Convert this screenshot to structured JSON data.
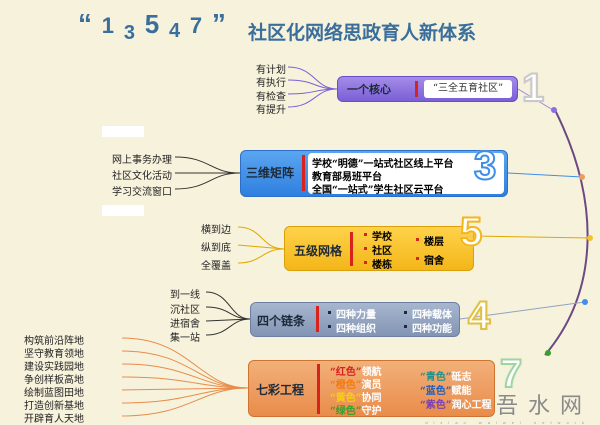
{
  "title": {
    "numbers": [
      "“",
      "1",
      "3",
      "5",
      "4",
      "7",
      "”"
    ],
    "text": "社区化网络思政育人新体系"
  },
  "core": {
    "title": "一个核心",
    "content": "“三全五育社区”",
    "left_labels": [
      "有计划",
      "有执行",
      "有检查",
      "有提升"
    ],
    "number": "1"
  },
  "matrix": {
    "title": "三维矩阵",
    "items": [
      "学校“明德”一站式社区线上平台",
      "教育部易班平台",
      "全国“一站式”学生社区云平台"
    ],
    "left_labels": [
      "网上事务办理",
      "社区文化活动",
      "学习交流窗口"
    ],
    "number": "3"
  },
  "grid": {
    "title": "五级网格",
    "items_left": [
      "学校",
      "社区",
      "楼栋"
    ],
    "items_right": [
      "楼层",
      "宿舍"
    ],
    "left_labels": [
      "横到边",
      "纵到底",
      "全覆盖"
    ],
    "number": "5"
  },
  "chain": {
    "title": "四个链条",
    "items": [
      "四种力量",
      "四种载体",
      "四种组织",
      "四种功能"
    ],
    "left_labels": [
      "到一线",
      "沉社区",
      "进宿舍",
      "集一站"
    ],
    "number": "4"
  },
  "seven": {
    "title": "七彩工程",
    "items": [
      {
        "color_word": "“红色”",
        "rest": "领航",
        "color": "#d8231d"
      },
      {
        "color_word": "“青色”",
        "rest": "砥志",
        "color": "#1f8f8a"
      },
      {
        "color_word": "“橙色”",
        "rest": "演员",
        "color": "#f27b12"
      },
      {
        "color_word": "“蓝色”",
        "rest": "赋能",
        "color": "#1e5fbf"
      },
      {
        "color_word": "“黄色”",
        "rest": "协同",
        "color": "#f5d20b"
      },
      {
        "color_word": "“紫色”",
        "rest": "润心工程",
        "color": "#7a3fb1"
      },
      {
        "color_word": "“绿色”",
        "rest": "守护",
        "color": "#36a02c"
      }
    ],
    "left_labels": [
      "构筑前沿阵地",
      "坚守教育领地",
      "建设实践园地",
      "争创样板高地",
      "绘制蓝图田地",
      "打造创新基地",
      "开辟育人天地"
    ],
    "number": "7"
  },
  "watermark": {
    "main": "吾水网",
    "sub": "dixiao waiwei network"
  },
  "colors": {
    "core": "#8a70e0",
    "matrix": "#3f8ee8",
    "grid": "#f7c12a",
    "chain": "#90a2c2",
    "seven": "#ee9c5e",
    "title": "#3a6e9c"
  }
}
